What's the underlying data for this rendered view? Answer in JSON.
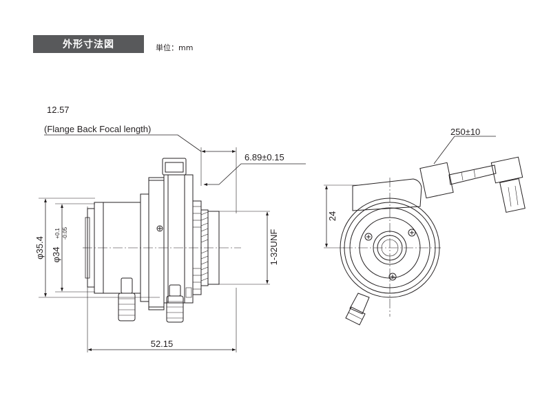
{
  "header": {
    "title": "外形寸法図",
    "unit": "単位：mm"
  },
  "side_view": {
    "flange_back_value": "12.57",
    "flange_back_label": "(Flange Back Focal length)",
    "back_focus": "6.89±0.15",
    "mount_thread": "1-32UNF",
    "outer_diameter": "φ35.4",
    "barrel_diameter": "φ34",
    "tol_plus": "+0.1",
    "tol_minus": "-0.05",
    "overall_length": "52.15"
  },
  "front_view": {
    "cable_length": "250±10",
    "offset": "24"
  }
}
